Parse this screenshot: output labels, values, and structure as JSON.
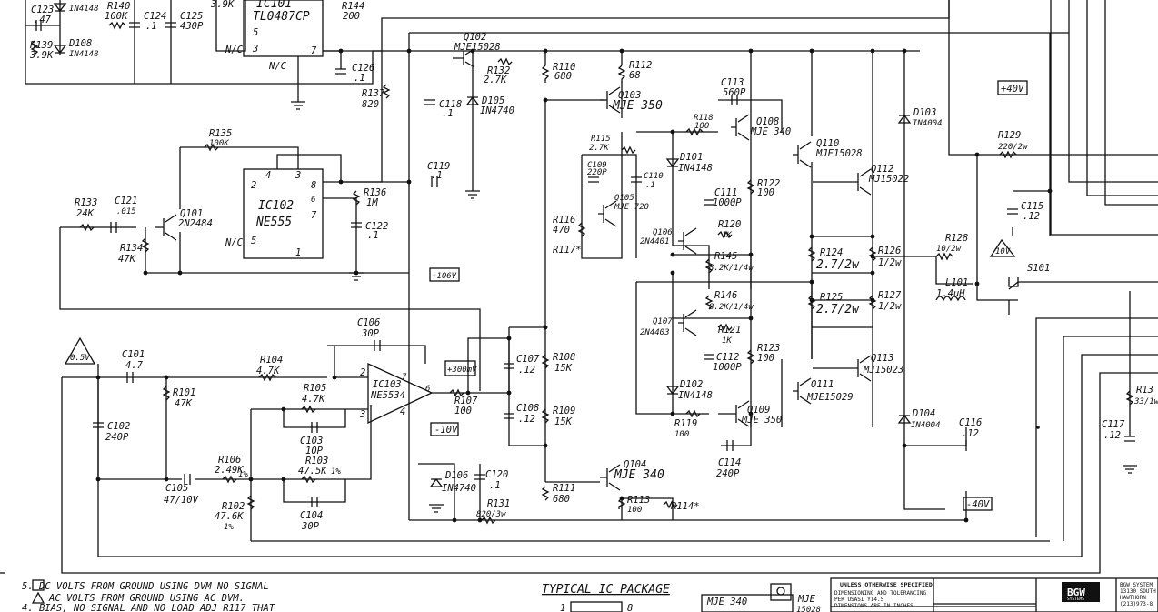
{
  "labels": {
    "c123": "C123",
    "c123v": ".47",
    "d_top": "IN4148",
    "r140": "R140",
    "r140v": "100K",
    "c124": "C124",
    "c124v": ".1",
    "c125": "C125",
    "c125v": "430P",
    "r_top": "3.9K",
    "ic101": "IC101",
    "ic101v": "TL0487CP",
    "r144": "R144",
    "r144v": "200",
    "r139": "R139",
    "r139v": "3.9K",
    "d108": "D108",
    "d108v": "IN4148",
    "nc1": "N/C",
    "nc2": "N/C",
    "nc3": "N/C",
    "c126": "C126",
    "c126v": ".1",
    "r137": "R137",
    "r137v": "820",
    "q102": "Q102",
    "q102v": "MJE15028",
    "r132": "R132",
    "r132v": "2.7K",
    "c118": "C118",
    "c118v": ".1",
    "d105": "D105",
    "d105v": "IN4740",
    "r110": "R110",
    "r110v": "680",
    "r112": "R112",
    "r112v": "68",
    "q103": "Q103",
    "q103v": "MJE 350",
    "c113": "C113",
    "c113v": "560P",
    "r118": "R118",
    "r118v": "100",
    "q108": "Q108",
    "q108v": "MJE 340",
    "q110": "Q110",
    "q110v": "MJE15028",
    "q112": "Q112",
    "q112v": "MJ15022",
    "d103": "D103",
    "d103v": "IN4004",
    "plus40": "+40V",
    "r129": "R129",
    "r129v": "220/2w",
    "r135": "R135",
    "r135v": "100K",
    "ic102": "IC102",
    "ic102v": "NE555",
    "c119": "C119",
    "c119v": ".1",
    "r136": "R136",
    "r136v": "1M",
    "c122": "C122",
    "c122v": ".1",
    "r115": "R115",
    "r115v": "2.7K",
    "c109": "C109",
    "c109v": "220P",
    "c110": "C110",
    "c110v": ".1",
    "q105": "Q105",
    "q105v": "MJE 720",
    "d101": "D101",
    "d101v": "IN4148",
    "c111": "C111",
    "c111v": "1000P",
    "r122": "R122",
    "r122v": "100",
    "c115": "C115",
    "c115v": ".12",
    "r133": "R133",
    "r133v": "24K",
    "c121": "C121",
    "c121v": ".015",
    "q101": "Q101",
    "q101v": "2N2484",
    "r134": "R134",
    "r134v": "47K",
    "r116": "R116",
    "r116v": "470",
    "r117": "R117*",
    "q106": "Q106",
    "q106v": "2N4401",
    "r120": "R120",
    "r120v": "1K",
    "r145": "R145",
    "r145v": "8.2K/1/4w",
    "r124": "R124",
    "r124v": "2.7/2w",
    "r126": "R126",
    "r126v": "1/2w",
    "r128": "R128",
    "r128v": "10/2w",
    "tri10v": "10V",
    "s101": "S101",
    "l101": "L101",
    "l101v": "1.4uH",
    "plus106": "+106V",
    "r146": "R146",
    "r146v": "8.2K/1/4w",
    "r125": "R125",
    "r125v": "2.7/2w",
    "r127": "R127",
    "r127v": "1/2w",
    "c106": "C106",
    "c106v": "30P",
    "q107": "Q107",
    "q107v": "2N4403",
    "r121": "R121",
    "r121v": "1K",
    "tri05": "0.5V",
    "c101": "C101",
    "c101v": "4.7",
    "r104": "R104",
    "r104v": "4.7K",
    "ic103": "IC103",
    "ic103v": "NE5534",
    "plus300": "+300mV",
    "c107": "C107",
    "c107v": ".12",
    "r108": "R108",
    "r108v": "15K",
    "c112": "C112",
    "c112v": "1000P",
    "r123": "R123",
    "r123v": "100",
    "q113": "Q113",
    "q113v": "MJ15023",
    "r101": "R101",
    "r101v": "47K",
    "r105": "R105",
    "r105v": "4.7K",
    "r107": "R107",
    "r107v": "100",
    "c108": "C108",
    "c108v": ".12",
    "r109": "R109",
    "r109v": "15K",
    "d102": "D102",
    "d102v": "IN4148",
    "q111": "Q111",
    "q111v": "MJE15029",
    "c102": "C102",
    "c102v": "240P",
    "c103": "C103",
    "c103v": "10P",
    "minus10": "-10V",
    "q109": "Q109",
    "q109v": "MJE 350",
    "r119": "R119",
    "r119v": "100",
    "d104": "D104",
    "d104v": "IN4004",
    "c116": "C116",
    "c116v": ".12",
    "c117": "C117",
    "c117v": ".12",
    "r13x": "R13",
    "r13xv": "33/1w",
    "r106": "R106",
    "r106v": "2.49K",
    "r106t": "1%",
    "r103": "R103",
    "r103v": "47.5K",
    "r103t": "1%",
    "c114": "C114",
    "c114v": "240P",
    "c105": "C105",
    "c105v": "47/10V",
    "d106": "D106",
    "d106v": "IN4740",
    "c120": "C120",
    "c120v": ".1",
    "q104": "Q104",
    "q104v": "MJE 340",
    "r111": "R111",
    "r111v": "680",
    "r113": "R113",
    "r113v": "100",
    "r114": "R114*",
    "r102": "R102",
    "r102v": "47.6K",
    "r102t": "1%",
    "c104": "C104",
    "c104v": "30P",
    "r131": "R131",
    "r131v": "820/3w",
    "minus40": "-40V",
    "pin2": "2",
    "pin3": "3",
    "pin4": "4",
    "pin5": "5",
    "pin7": "7",
    "pin8": "8",
    "pin6": "6",
    "pin1": "1"
  },
  "notes": {
    "n5": "5.     DC VOLTS FROM GROUND USING DVM NO SIGNAL",
    "n5b": "AC VOLTS FROM GROUND USING AC DVM.",
    "n4": "4. BIAS, NO SIGNAL AND NO LOAD ADJ R117 THAT",
    "typical": "TYPICAL IC PACKAGE",
    "pkg1": "1",
    "pkg8": "8",
    "mje340": "MJE 340",
    "mje": "MJE",
    "mje15028": "15028"
  },
  "title_block": {
    "unless": "UNLESS OTHERWISE SPECIFIED",
    "dim1": "DIMENSIONING AND TOLERANCING",
    "dim2": "PER USASI Y14.5",
    "dim3": "DIMENSIONS ARE IN INCHES",
    "logo": "BGW",
    "logo_sub": "SYSTEMS",
    "addr1": "BGW SYSTEM",
    "addr2": "13130 SOUTH",
    "addr3": "HAWTHORN",
    "addr4": "(213)973-8"
  }
}
